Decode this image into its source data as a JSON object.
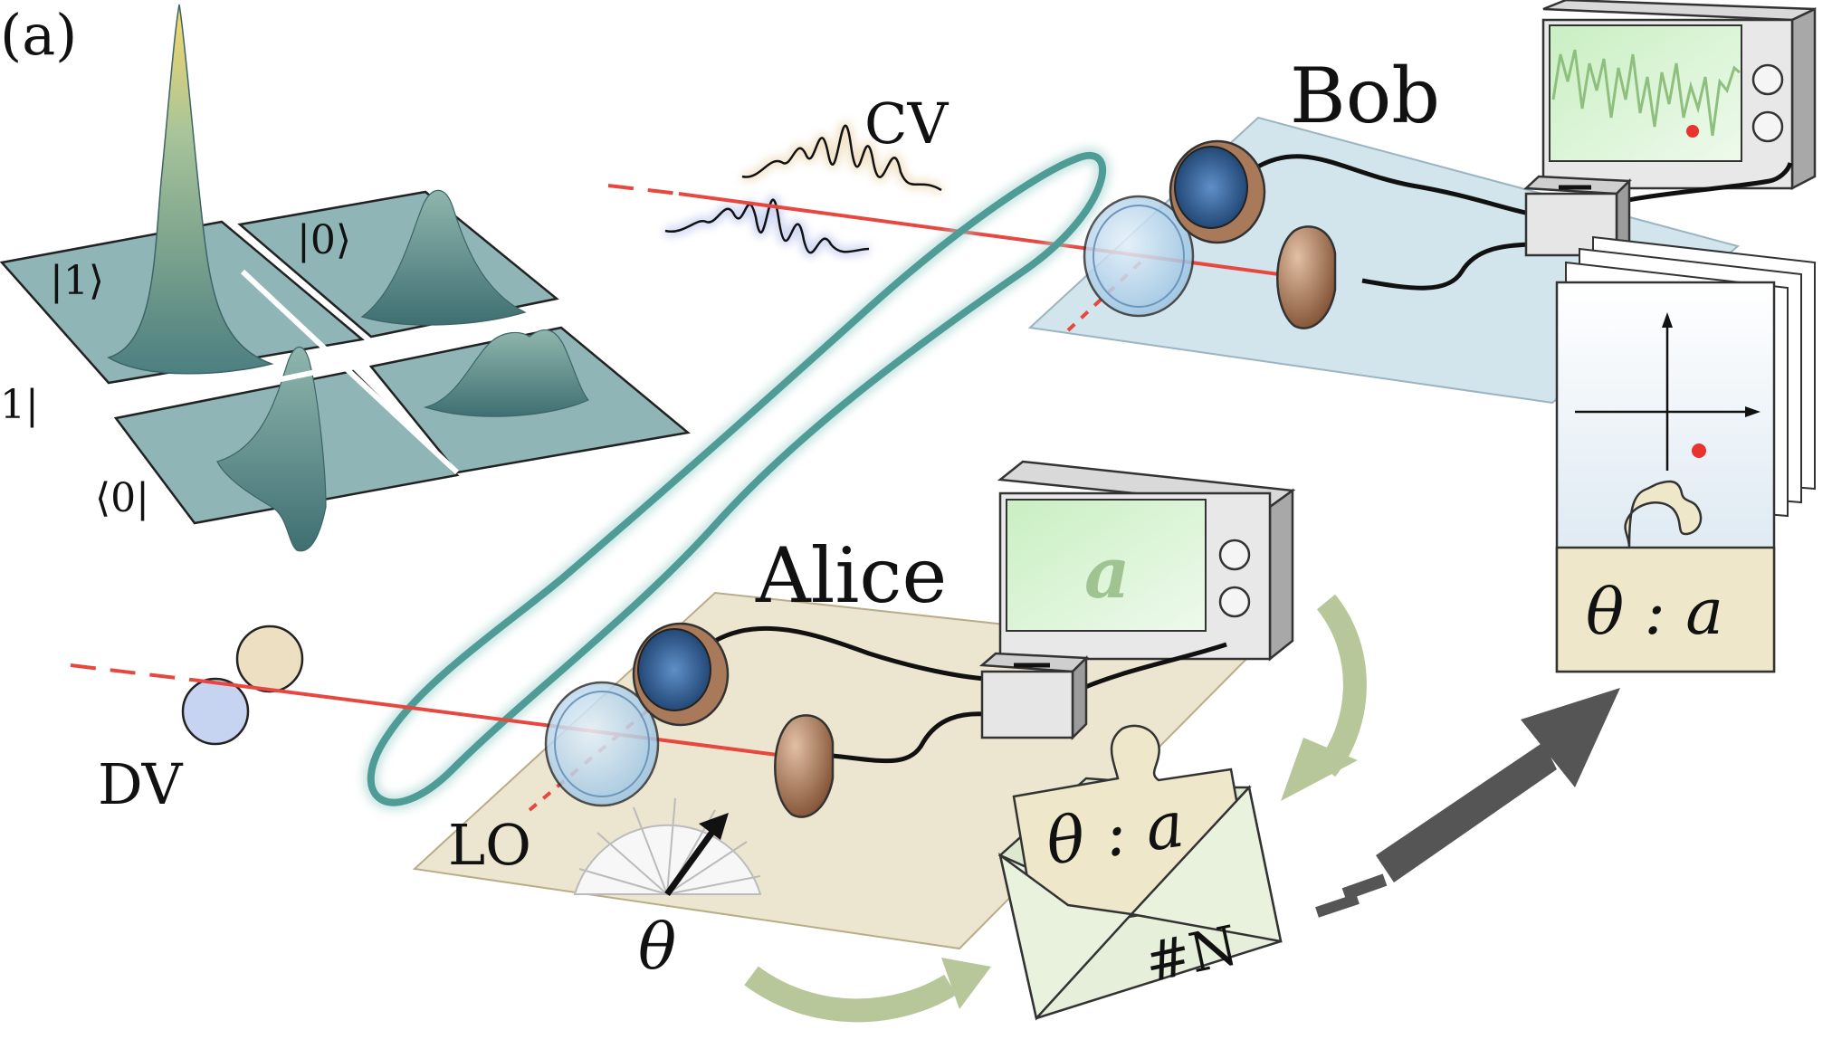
{
  "figure": {
    "panel_label": "(a)",
    "wigner": {
      "ket_one": "|1⟩",
      "ket_zero": "|0⟩",
      "bra_one": "1|",
      "bra_zero": "⟨0|"
    },
    "cv_label": "CV",
    "dv_label": "DV",
    "lo_label": "LO",
    "bob_label": "Bob",
    "alice_label": "Alice",
    "alice_screen_value": "a",
    "theta_symbol": "θ",
    "envelope": {
      "card_text": "θ : a",
      "number_text": "#N"
    },
    "bob_card_text": "θ : a",
    "colors": {
      "laser": "#e8473f",
      "bob_table": "#cfe2ea",
      "alice_table": "#ede6cf",
      "screen_green": "#d9f3d2",
      "arrow_green": "#b8c79a",
      "loop_teal": "#4f9c97",
      "big_arrow": "#555555",
      "card_beige": "#efe7c9"
    }
  }
}
